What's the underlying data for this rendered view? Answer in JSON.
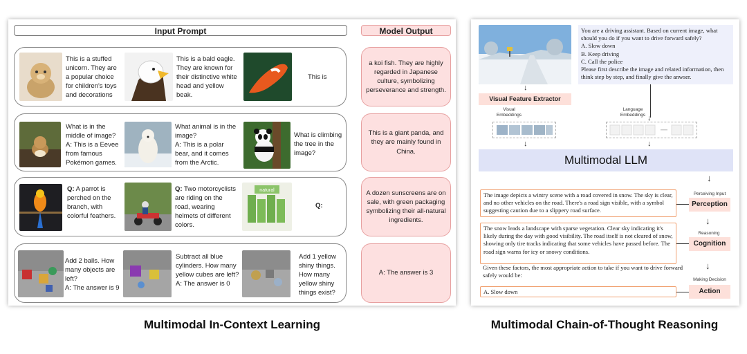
{
  "left": {
    "input_header": "Input Prompt",
    "output_header": "Model Output",
    "rows": [
      {
        "items": [
          {
            "text": "This is a stuffed unicorn. They are a popular choice for children's toys and decorations"
          },
          {
            "text": "This is a bald eagle. They are known for their distinctive white head and yellow beak."
          },
          {
            "text": "This is"
          }
        ],
        "output": "a koi fish. They are highly regarded in Japanese culture, symbolizing perseverance and strength."
      },
      {
        "items": [
          {
            "text": "What is in the middle of image?\nA: This is a Eevee from famous Pokémon games."
          },
          {
            "text": "What animal is in the image?\nA: This is a polar bear, and it comes from the Arctic."
          },
          {
            "text": "What is climbing the tree in the image?"
          }
        ],
        "output": "This is a giant panda, and they are mainly found in China."
      },
      {
        "items": [
          {
            "q": "Q:",
            "text": " A parrot is perched on the branch, with colorful feathers."
          },
          {
            "q": "Q:",
            "text": " Two motorcyclists are riding on the road, wearing helmets of different colors."
          },
          {
            "q": "Q:",
            "text": ""
          }
        ],
        "output": "A dozen sunscreens are on sale, with green packaging symbolizing their all-natural ingredients.",
        "product_label": "natural"
      },
      {
        "items": [
          {
            "text": "Add 2 balls. How many objects are left?\nA: The answer is 9"
          },
          {
            "text": "Subtract all blue cylinders. How many yellow cubes are left?\nA: The answer is 0"
          },
          {
            "text": "Add 1 yellow shiny things. How many yellow shiny things exist?"
          }
        ],
        "output": "A: The answer is 3"
      }
    ],
    "caption": "Multimodal In-Context Learning"
  },
  "right": {
    "prompt": "You are a driving assistant.  Based on current image, what should you do if you want to drive forward safely?\nA. Slow down\nB. Keep driving\nC. Call the police\nPlease first describe the image and related information, then think step by step, and finally give the anwser.",
    "visual_extractor": "Visual Feature Extractor",
    "visual_embeddings": "Visual\nEmbeddings",
    "language_embeddings": "Language\nEmbeddings",
    "llm": "Multimodal LLM",
    "perceiving_label": "Perceiving Input",
    "perception": "Perception",
    "perception_text": "The image depicts a wintry scene with a road covered in snow. The sky is clear, and no other vehicles on the road. There's a road sign visible, with a symbol suggesting caution due to a slippery road surface.",
    "reasoning_label": "Reasoning",
    "cognition": "Cognition",
    "cognition_text": "The snow leads a landscape with sparse vegetation. Clear sky indicating it's likely during the day with good visibility. The road itself is not cleared of snow, showing only tire tracks indicating that some vehicles have passed before. The road sign warns for icy or snowy conditions.",
    "given_text": "Given these factors, the most appropriate action to take if you want to drive forward safely would be:",
    "decision_label": "Making Decision",
    "action": "Action",
    "answer": "A. Slow down",
    "caption": "Multimodal Chain-of-Thought Reasoning"
  }
}
